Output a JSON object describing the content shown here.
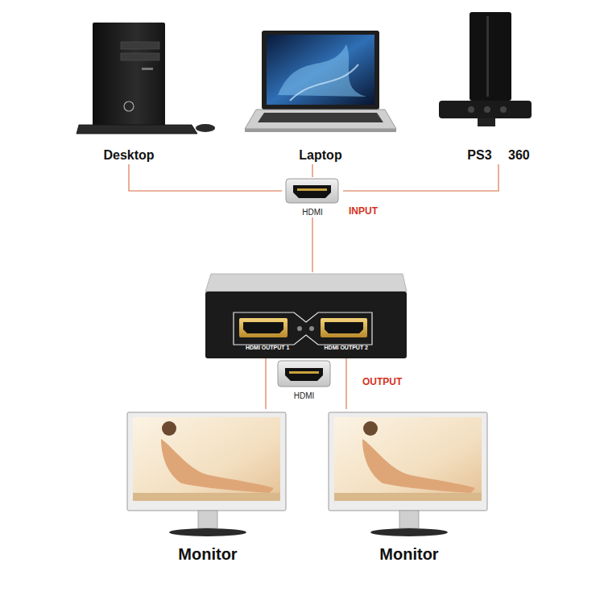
{
  "diagram": {
    "nodes": [
      {
        "text": [
          "Desktop"
        ]
      },
      {
        "text": [
          "Laptop"
        ]
      },
      {
        "text": [
          "PS3 360"
        ]
      },
      {
        "text": [
          "HDMI"
        ]
      },
      {
        "text": [
          "HDMI OUTPUT 1",
          "HDMI OUTPUT 2"
        ]
      },
      {
        "text": [
          "HDMI"
        ]
      },
      {
        "text": [
          "Monitor"
        ]
      },
      {
        "text": [
          "Monitor"
        ]
      }
    ],
    "edges": [
      {
        "from": 0,
        "to": 3,
        "arrow": "none"
      },
      {
        "from": 1,
        "to": 3,
        "arrow": "none"
      },
      {
        "from": 2,
        "to": 3,
        "arrow": "none"
      },
      {
        "from": 3,
        "to": 4,
        "arrow": "none"
      },
      {
        "from": 4,
        "to": 6,
        "arrow": "none"
      },
      {
        "from": 4,
        "to": 7,
        "arrow": "none"
      }
    ],
    "labels": [
      "INPUT",
      "OUTPUT"
    ]
  }
}
